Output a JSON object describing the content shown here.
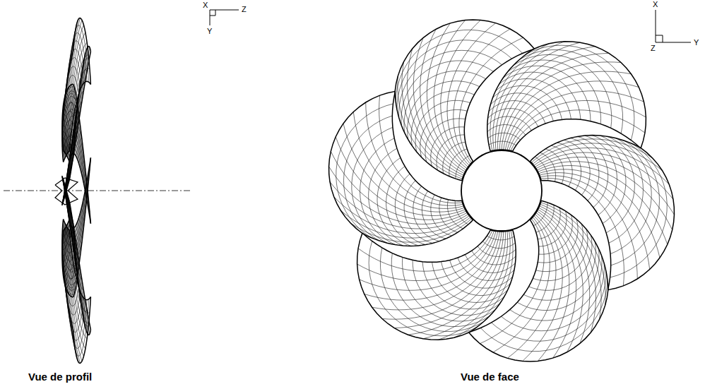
{
  "diagram": {
    "labels": [
      "X",
      "Z",
      "Y",
      "Vue de profil",
      "X",
      "Z",
      "Y",
      "Vue de face"
    ]
  }
}
